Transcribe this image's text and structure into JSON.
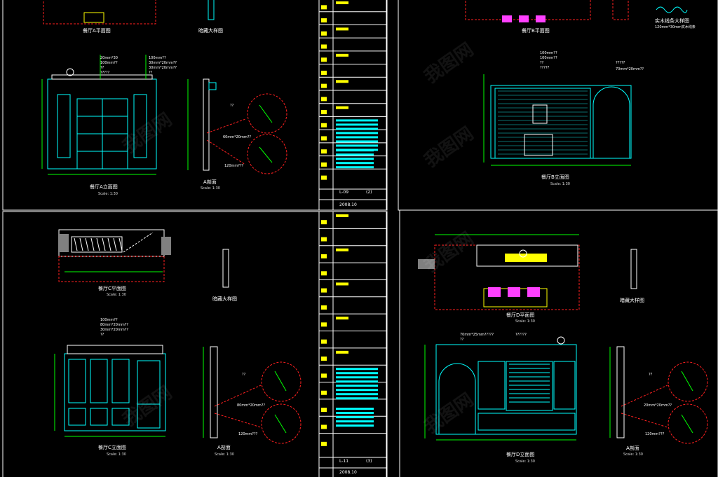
{
  "colors": {
    "background": "#000000",
    "cyan": "#00ffff",
    "green": "#00ff00",
    "red": "#ff2020",
    "yellow": "#ffff00",
    "white": "#ffffff",
    "magenta": "#ff40ff",
    "gray": "#808080"
  },
  "watermark": "我图网",
  "sheets": [
    {
      "id": "tl",
      "plan_title": "餐厅A平面图",
      "elev_title": "餐厅A立面图",
      "elev_scale": "Scale: 1:30",
      "detail_title": "暗藏大样图",
      "section_title": "A剖面",
      "section_scale": "Scale: 1:30",
      "elev_dims": [
        "20mm*30",
        "100mm??",
        "??",
        "?????"
      ],
      "elev_dims2": [
        "100mm??",
        "30mm*20mm??",
        "30mm*20mm??",
        "??"
      ],
      "section_dims": [
        "??",
        "60mm*20mm??",
        "120mm???"
      ]
    },
    {
      "id": "tr",
      "plan_title": "餐厅B平面图",
      "elev_title": "餐厅B立面图",
      "elev_scale": "Scale: 1:30",
      "detail_title": "实木线条大样图",
      "detail_note": "120mm*30mm实木线条",
      "elev_dims": [
        "100mm??",
        "100mm??",
        "??",
        "?????"
      ],
      "elev_dims2": [
        "?????",
        "70mm*20mm??"
      ]
    },
    {
      "id": "bl",
      "plan_title": "餐厅C平面图",
      "plan_scale": "Scale: 1:30",
      "elev_title": "餐厅C立面图",
      "elev_scale": "Scale: 1:30",
      "detail_title": "暗藏大样图",
      "section_title": "A剖面",
      "section_scale": "Scale: 1:30",
      "elev_dims": [
        "100mm??",
        "80mm*20mm??",
        "30mm*20mm??",
        "??"
      ],
      "section_dims": [
        "??",
        "80mm*20mm??",
        "120mm???"
      ]
    },
    {
      "id": "br",
      "plan_title": "餐厅D平面图",
      "plan_scale": "Scale: 1:30",
      "elev_title": "餐厅D立面图",
      "elev_scale": "Scale: 1:30",
      "detail_title": "暗藏大样图",
      "section_title": "A剖面",
      "section_scale": "Scale: 1:30",
      "elev_dims": [
        "70mm*25mm?????",
        "??????",
        "??"
      ],
      "section_dims": [
        "??",
        "20mm*20mm??",
        "120mm???"
      ]
    }
  ],
  "title_blocks": [
    {
      "sheet_no": "L-09",
      "page": "(2)",
      "date": "2008.10"
    },
    {
      "sheet_no": "L-11",
      "page": "(3)",
      "date": "2008.10"
    }
  ]
}
